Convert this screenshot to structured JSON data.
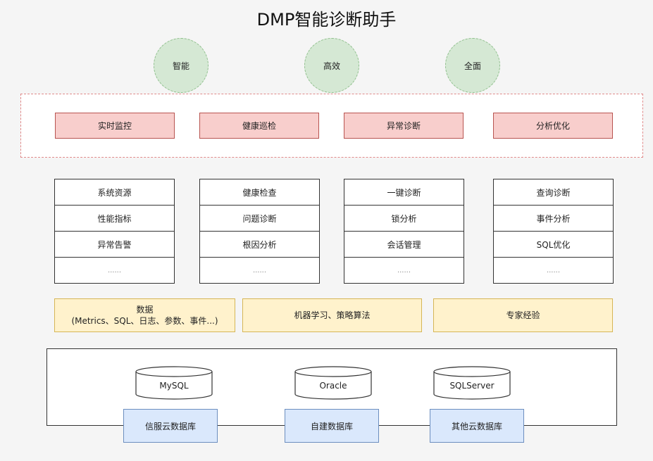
{
  "title": "DMP智能诊断助手",
  "values": [
    "智能",
    "高效",
    "全面"
  ],
  "features": [
    "实时监控",
    "健康巡检",
    "异常诊断",
    "分析优化"
  ],
  "capabilities": [
    {
      "items": [
        "系统资源",
        "性能指标",
        "异常告警",
        "......"
      ]
    },
    {
      "items": [
        "健康检查",
        "问题诊断",
        "根因分析",
        "......"
      ]
    },
    {
      "items": [
        "一键诊断",
        "锁分析",
        "会话管理",
        "......"
      ]
    },
    {
      "items": [
        "查询诊断",
        "事件分析",
        "SQL优化",
        "......"
      ]
    }
  ],
  "foundations": {
    "data_title": "数据",
    "data_subtitle": "(Metrics、SQL、日志、参数、事件...)",
    "ml": "机器学习、策略算法",
    "expert": "专家经验"
  },
  "databases": [
    "MySQL",
    "Oracle",
    "SQLServer"
  ],
  "deployments": [
    "信服云数据库",
    "自建数据库",
    "其他云数据库"
  ],
  "colors": {
    "value_fill": "#d5e8d4",
    "feature_fill": "#f8cecc",
    "foundation_fill": "#fff2cc",
    "deployment_fill": "#dae8fc"
  }
}
